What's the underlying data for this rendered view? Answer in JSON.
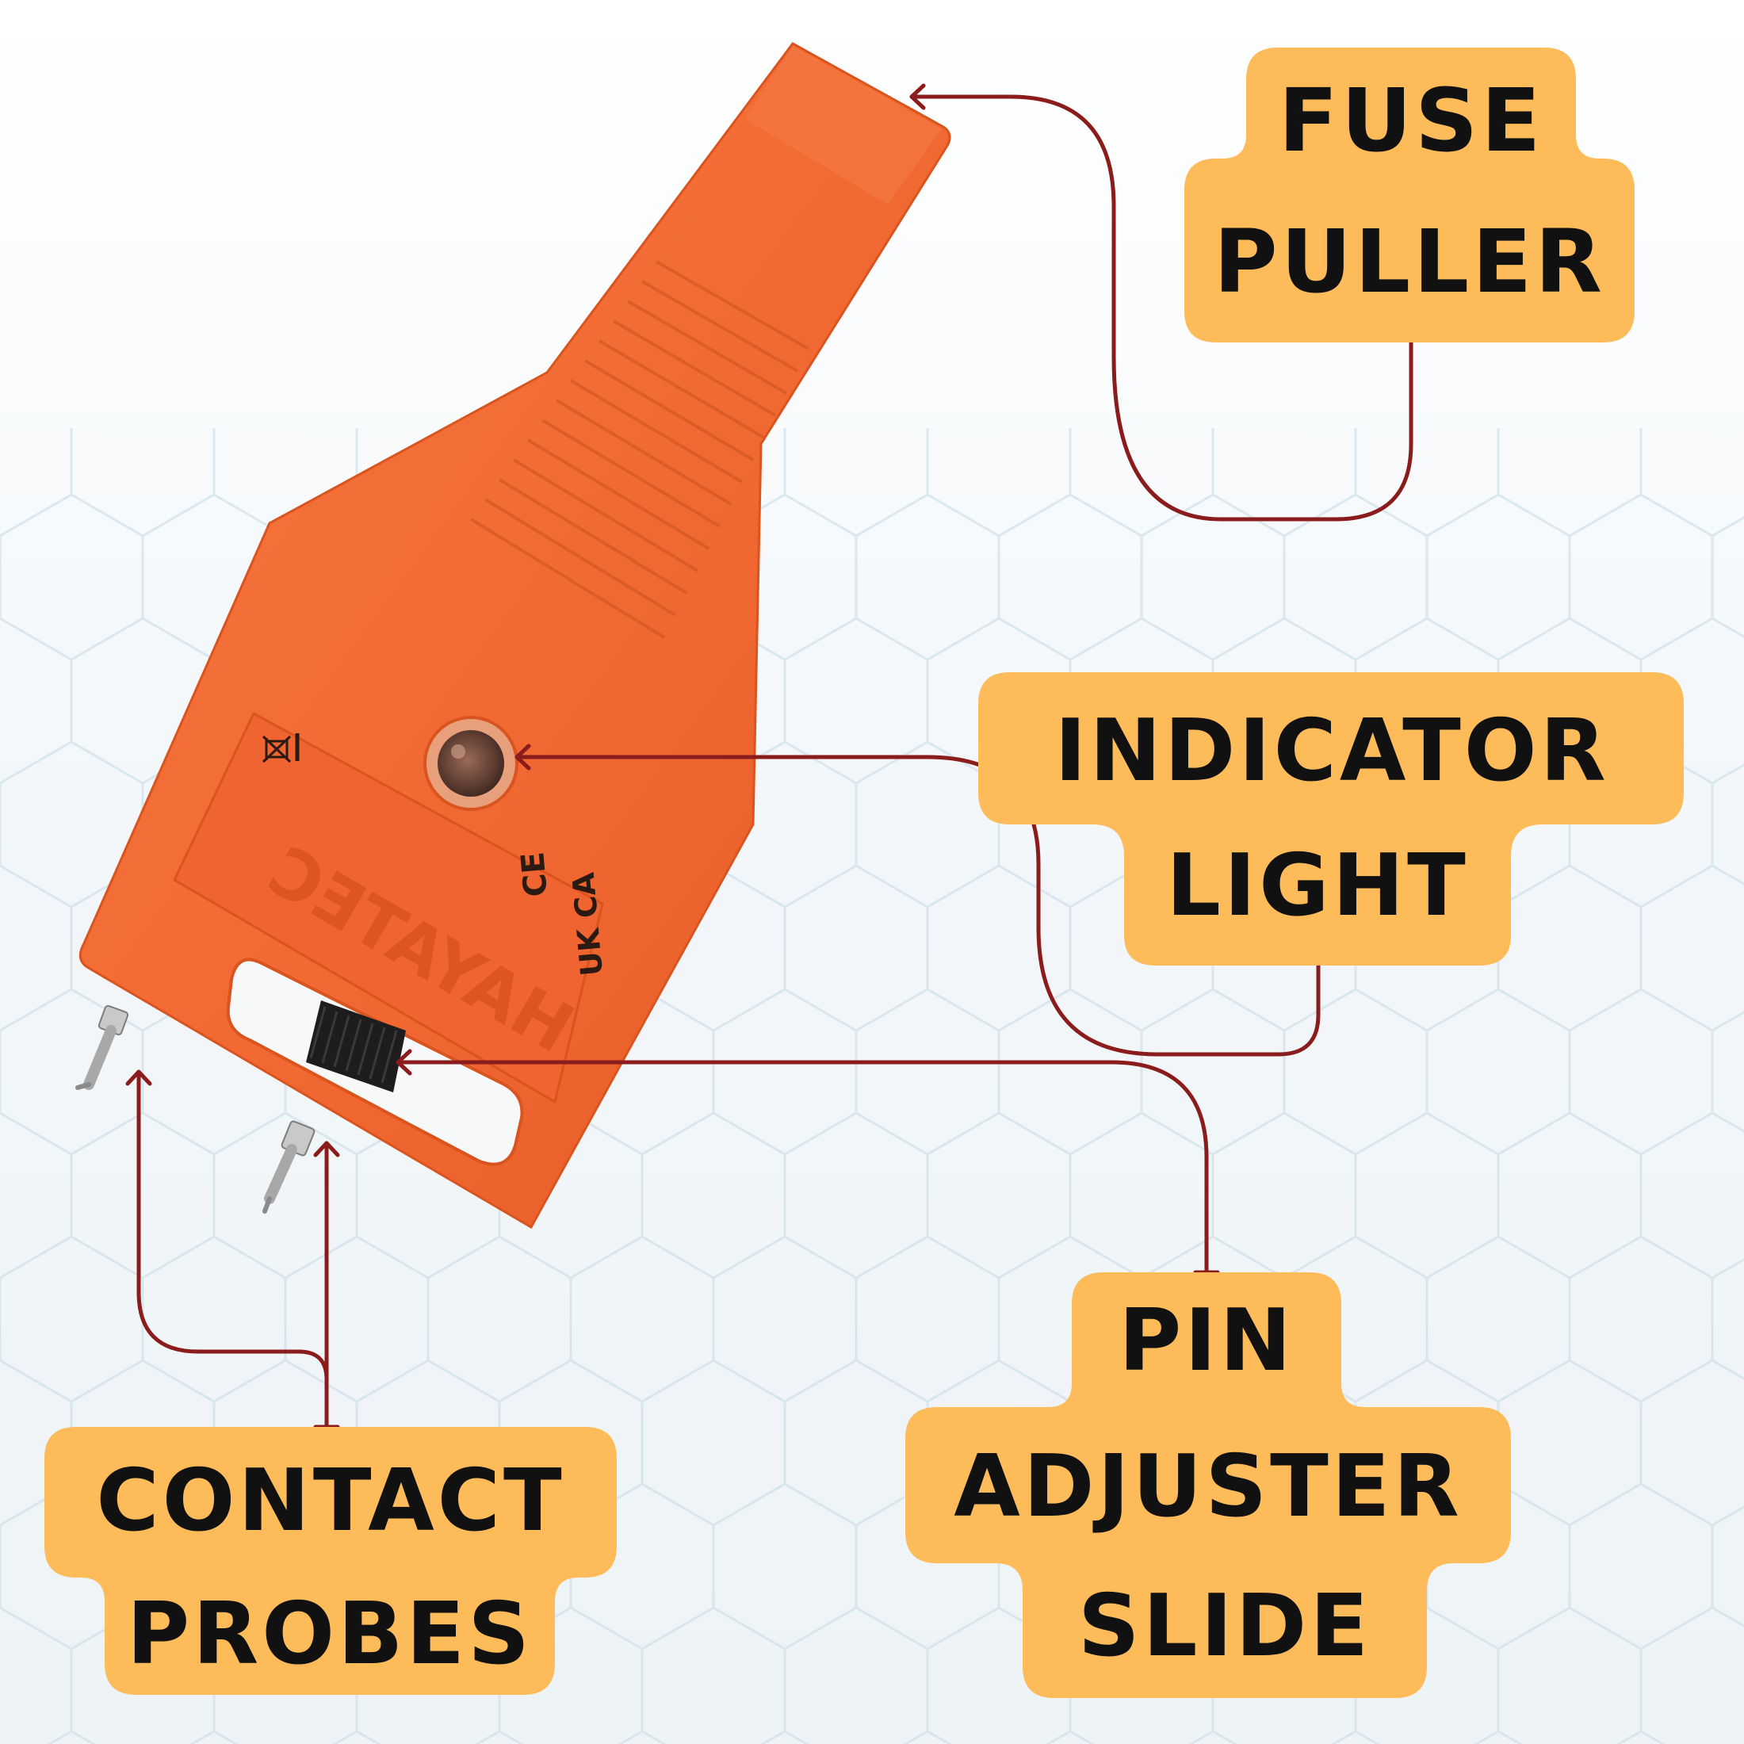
{
  "colors": {
    "callout_bg": "#fdbb5a",
    "leader_line": "#8a1c1c",
    "device_body": "#f26a33",
    "device_shadow": "#d9541f",
    "label_text": "#111111"
  },
  "callouts": {
    "fuse_puller": {
      "line1": "FUSE",
      "line2": "PULLER"
    },
    "indicator_light": {
      "line1": "INDICATOR",
      "line2": "LIGHT"
    },
    "contact_probes": {
      "line1": "CONTACT",
      "line2": "PROBES"
    },
    "pin_adjuster": {
      "line1": "PIN",
      "line2": "ADJUSTER",
      "line3": "SLIDE"
    }
  },
  "device": {
    "brand": "HAYATEC",
    "marks": [
      "UK CA",
      "CE"
    ]
  }
}
